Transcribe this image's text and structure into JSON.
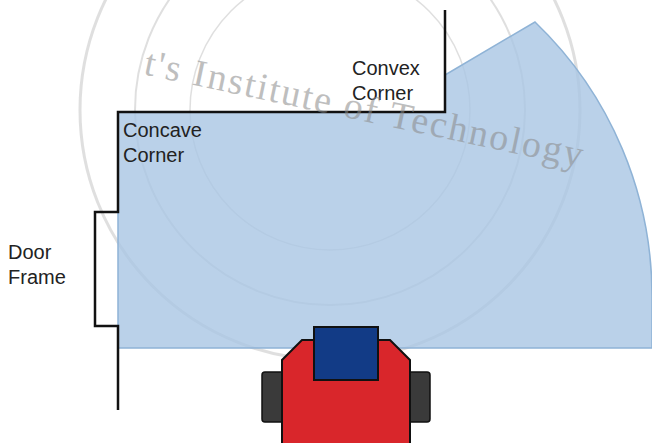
{
  "diagram": {
    "labels": [
      "Convex Corner",
      "Concave Corner",
      "Door Frame",
      "t's Institute of Technology"
    ]
  }
}
